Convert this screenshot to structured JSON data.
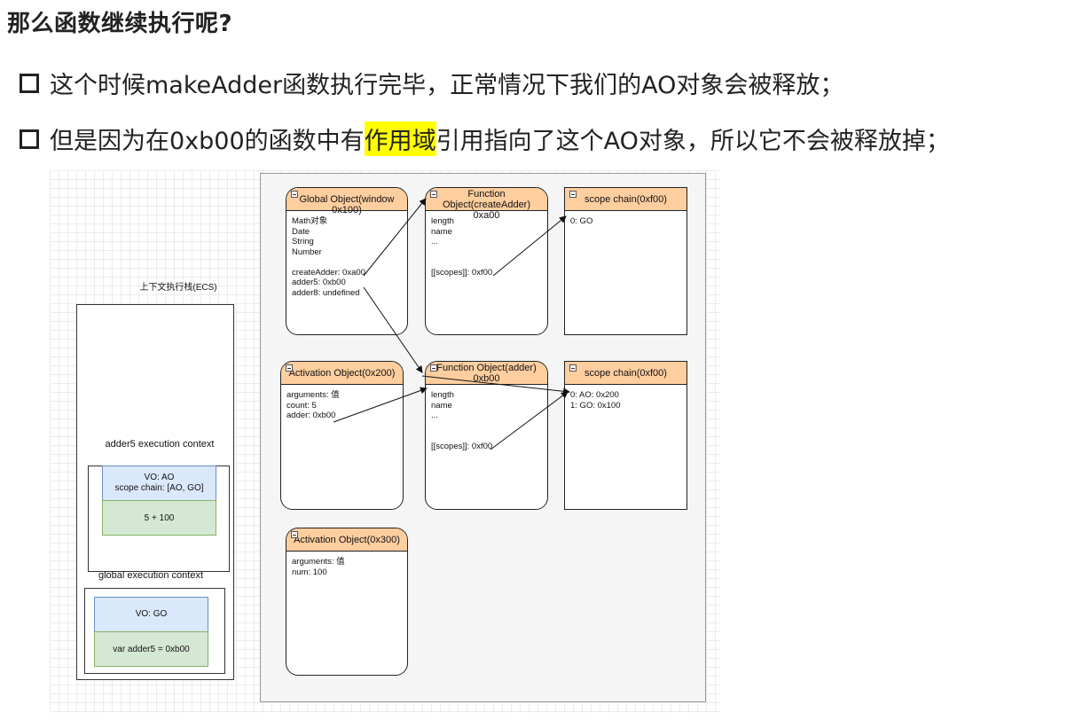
{
  "heading": "那么函数继续执行呢?",
  "bullets": [
    {
      "before": "这个时候makeAdder函数执行完毕，正常情况下我们的AO对象会被释放；",
      "highlight": "",
      "after": ""
    },
    {
      "before": "但是因为在0xb00的函数中有",
      "highlight": "作用域",
      "after": "引用指向了这个AO对象，所以它不会被释放掉；"
    }
  ],
  "ecs": {
    "label": "上下文执行栈(ECS)",
    "contexts": [
      {
        "label": "adder5 execution context",
        "vo_line1": "VO: AO",
        "vo_line2": "scope chain: [AO, GO]",
        "code": "5 + 100"
      },
      {
        "label": "global execution context",
        "vo_line1": "VO: GO",
        "vo_line2": "",
        "code": "var adder5 = 0xb00"
      }
    ]
  },
  "objects": {
    "global": {
      "title": "Global Object(window 0x100)",
      "lines": [
        "Math对象",
        "Date",
        "String",
        "Number",
        "",
        "createAdder: 0xa00",
        "adder5: 0xb00",
        "adder8: undefined"
      ]
    },
    "fn_create": {
      "title1": "Function Object(createAdder)",
      "title2": "0xa00",
      "lines": [
        "length",
        "name",
        "...",
        "",
        "",
        "[[scopes]]: 0xf00"
      ]
    },
    "scope1": {
      "title": "scope chain(0xf00)",
      "lines": [
        "0: GO"
      ]
    },
    "ao200": {
      "title": "Activation Object(0x200)",
      "lines": [
        "arguments: 值",
        "count: 5",
        "adder: 0xb00"
      ]
    },
    "fn_adder": {
      "title1": "Function Object(adder)",
      "title2": "0xb00",
      "lines": [
        "length",
        "name",
        "...",
        "",
        "",
        "[[scopes]]: 0xf00"
      ]
    },
    "scope2": {
      "title": "scope chain(0xf00)",
      "lines": [
        "0: AO: 0x200",
        "1: GO: 0x100"
      ]
    },
    "ao300": {
      "title": "Activation Object(0x300)",
      "lines": [
        "arguments: 值",
        "num: 100"
      ]
    }
  },
  "colors": {
    "header_orange": "#ffce9f",
    "vo_blue": "#dae8fc",
    "code_green": "#d5e8d4",
    "highlight": "#ffff00"
  }
}
